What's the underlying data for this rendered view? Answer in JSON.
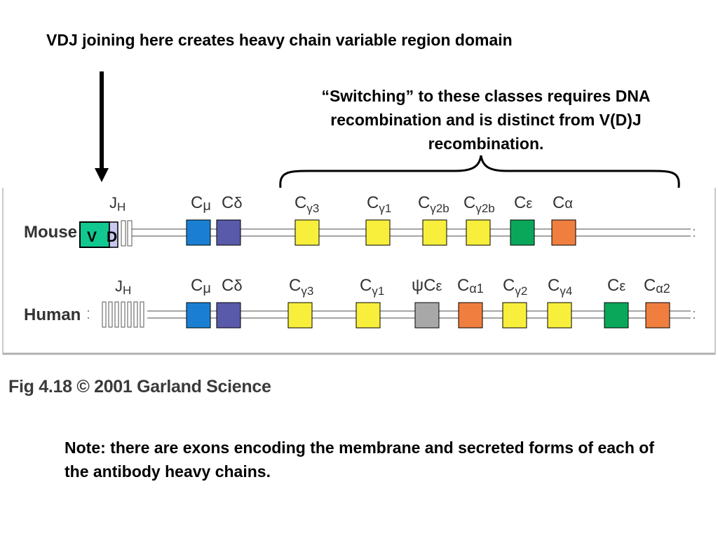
{
  "header": {
    "vdj_note": "VDJ joining here creates heavy chain variable region domain",
    "switching_note": "“Switching” to these classes requires DNA recombination and is distinct from V(D)J recombination."
  },
  "figure": {
    "caption": "Fig 4.18  © 2001 Garland Science",
    "mouse": {
      "species_label": "Mouse",
      "v_label": "V",
      "d_label": "D",
      "jh_label": {
        "base": "J",
        "sub": "H"
      },
      "genes": [
        {
          "base": "C",
          "sub": "μ",
          "subtype": "greek",
          "color": "#1a7fd2"
        },
        {
          "base": "C",
          "sub": "δ",
          "subtype": "greek",
          "color": "#5a5aaa"
        },
        {
          "base": "C",
          "sub": "γ3",
          "subtype": "sub",
          "color": "#f7ef3c"
        },
        {
          "base": "C",
          "sub": "γ1",
          "subtype": "sub",
          "color": "#f7ef3c"
        },
        {
          "base": "C",
          "sub": "γ2b",
          "subtype": "sub",
          "color": "#f7ef3c"
        },
        {
          "base": "C",
          "sub": "γ2b",
          "subtype": "sub",
          "color": "#f7ef3c"
        },
        {
          "base": "C",
          "sub": "ε",
          "subtype": "greek",
          "color": "#0aa75a"
        },
        {
          "base": "C",
          "sub": "α",
          "subtype": "greek",
          "color": "#f07e3e"
        }
      ]
    },
    "human": {
      "species_label": "Human",
      "jh_label": {
        "base": "J",
        "sub": "H"
      },
      "genes": [
        {
          "base": "C",
          "sub": "μ",
          "subtype": "greek",
          "color": "#1a7fd2"
        },
        {
          "base": "C",
          "sub": "δ",
          "subtype": "greek",
          "color": "#5a5aaa"
        },
        {
          "base": "C",
          "sub": "γ3",
          "subtype": "sub",
          "color": "#f7ef3c"
        },
        {
          "base": "C",
          "sub": "γ1",
          "subtype": "sub",
          "color": "#f7ef3c"
        },
        {
          "base": "ψC",
          "sub": "ε",
          "subtype": "greek",
          "color": "#a8a8a8"
        },
        {
          "base": "C",
          "sub": "α1",
          "subtype": "sub",
          "color": "#f07e3e"
        },
        {
          "base": "C",
          "sub": "γ2",
          "subtype": "sub",
          "color": "#f7ef3c"
        },
        {
          "base": "C",
          "sub": "γ4",
          "subtype": "sub",
          "color": "#f7ef3c"
        },
        {
          "base": "C",
          "sub": "ε",
          "subtype": "greek",
          "color": "#0aa75a"
        },
        {
          "base": "C",
          "sub": "α2",
          "subtype": "sub",
          "color": "#f07e3e"
        }
      ]
    }
  },
  "footer": {
    "note": "Note: there are exons encoding the membrane and secreted forms of each of the antibody heavy chains."
  },
  "colors": {
    "vd_fill": "#10c890",
    "jh_fill": "#c8c8f0",
    "line": "#888888",
    "caption_text": "#3a3a3a"
  }
}
